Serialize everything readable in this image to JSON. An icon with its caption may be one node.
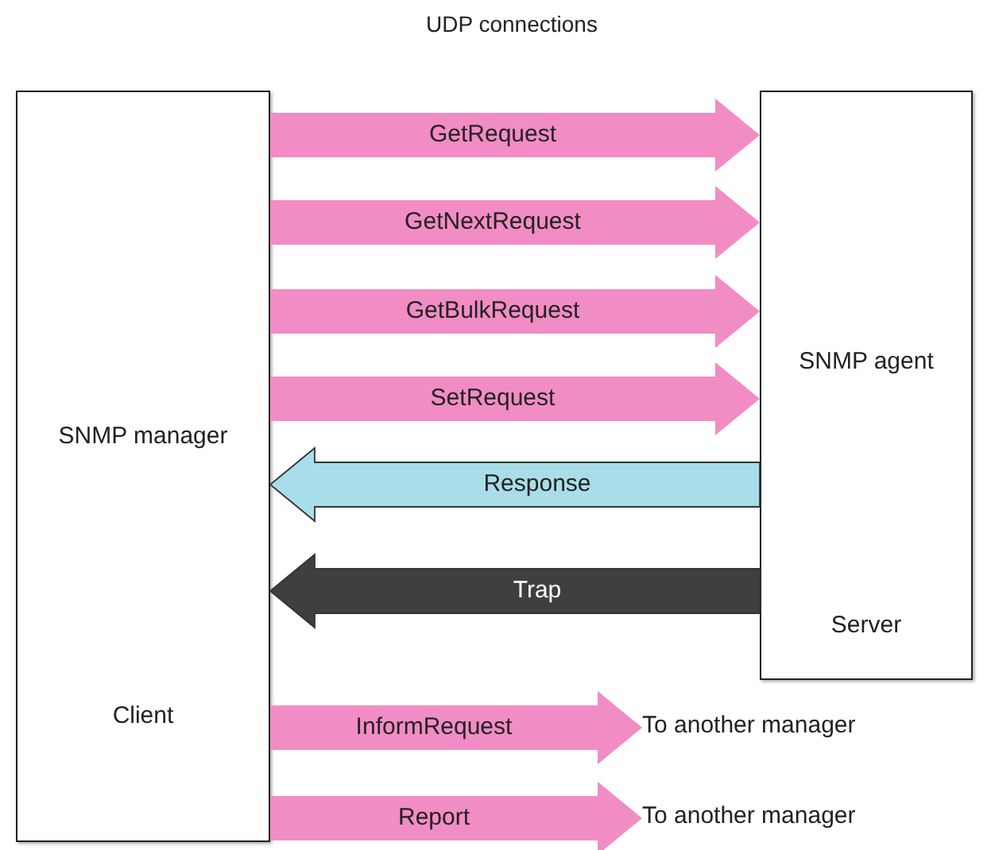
{
  "diagram": {
    "title": "UDP connections",
    "nodes": [
      {
        "text": [
          "SNMP manager",
          "Client"
        ]
      },
      {
        "text": [
          "SNMP agent",
          "Server"
        ]
      },
      {
        "text": [
          "To another manager"
        ]
      },
      {
        "text": [
          "To another manager"
        ]
      }
    ],
    "edges": [
      {
        "from": 0,
        "to": 1,
        "arrow": "to",
        "label": "GetRequest"
      },
      {
        "from": 0,
        "to": 1,
        "arrow": "to",
        "label": "GetNextRequest"
      },
      {
        "from": 0,
        "to": 1,
        "arrow": "to",
        "label": "GetBulkRequest"
      },
      {
        "from": 0,
        "to": 1,
        "arrow": "to",
        "label": "SetRequest"
      },
      {
        "from": 1,
        "to": 0,
        "arrow": "to",
        "label": "Response",
        "color": "#a9dde9"
      },
      {
        "from": 1,
        "to": 0,
        "arrow": "to",
        "label": "Trap",
        "color": "#3f3f3f"
      },
      {
        "from": 0,
        "to": 2,
        "arrow": "to",
        "label": "InformRequest"
      },
      {
        "from": 0,
        "to": 3,
        "arrow": "to",
        "label": "Report"
      }
    ]
  }
}
